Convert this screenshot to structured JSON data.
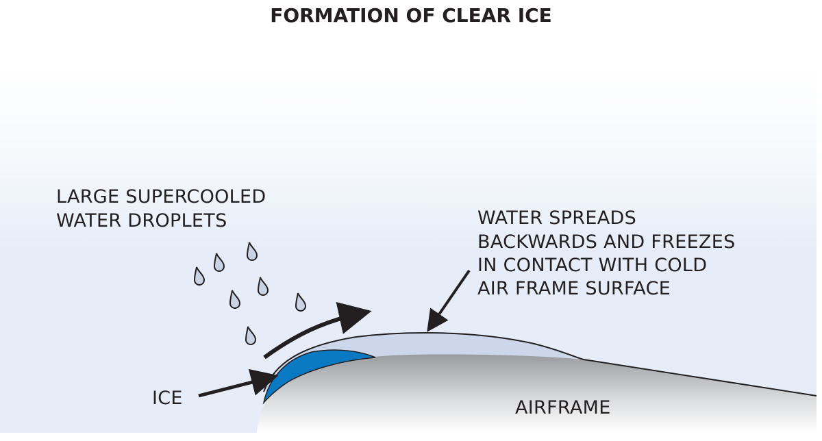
{
  "title": "FORMATION OF CLEAR ICE",
  "labels": {
    "droplets_line1": "LARGE SUPERCOOLED",
    "droplets_line2": "WATER DROPLETS",
    "water_line1": "WATER SPREADS",
    "water_line2": "BACKWARDS AND FREEZES",
    "water_line3": "IN CONTACT WITH COLD",
    "water_line4": "AIR FRAME SURFACE",
    "ice": "ICE",
    "airframe": "AIRFRAME"
  },
  "colors": {
    "ice": "#0a79c4",
    "water": "#cdd7eb",
    "background": "#e6edf8",
    "droplet": "#c9d3e6"
  }
}
